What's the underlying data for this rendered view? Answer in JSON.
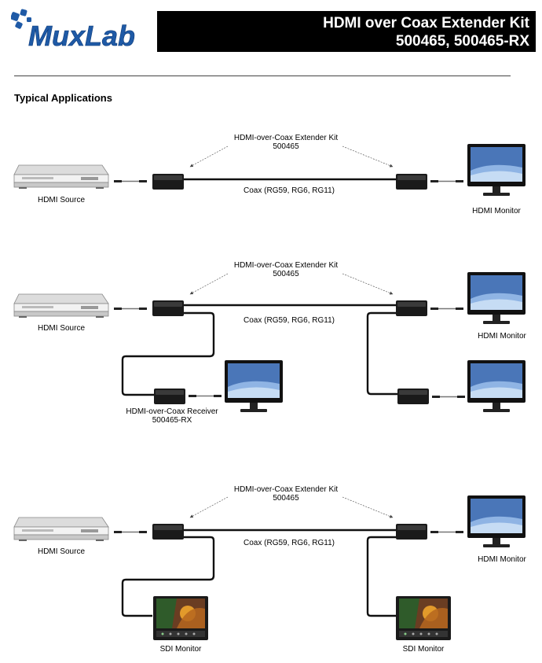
{
  "brand": {
    "logo_text": "MuxLab",
    "accent": "#1f5aa6"
  },
  "header": {
    "title_line1": "HDMI over Coax Extender Kit",
    "title_line2": "500465, 500465-RX"
  },
  "section_title": "Typical Applications",
  "diagrams": [
    {
      "kit_label": "HDMI-over-Coax Extender Kit",
      "kit_model": "500465",
      "coax_label": "Coax (RG59, RG6, RG11)",
      "source_label": "HDMI Source",
      "display_label": "HDMI Monitor"
    },
    {
      "kit_label": "HDMI-over-Coax Extender Kit",
      "kit_model": "500465",
      "coax_label": "Coax (RG59, RG6, RG11)",
      "source_label": "HDMI Source",
      "display_label": "HDMI Monitor",
      "receiver_label": "HDMI-over-Coax Receiver",
      "receiver_model": "500465-RX"
    },
    {
      "kit_label": "HDMI-over-Coax Extender Kit",
      "kit_model": "500465",
      "coax_label": "Coax (RG59, RG6, RG11)",
      "source_label": "HDMI Source",
      "display_label": "HDMI Monitor",
      "sdi_label_left": "SDI Monitor",
      "sdi_label_right": "SDI Monitor"
    }
  ]
}
